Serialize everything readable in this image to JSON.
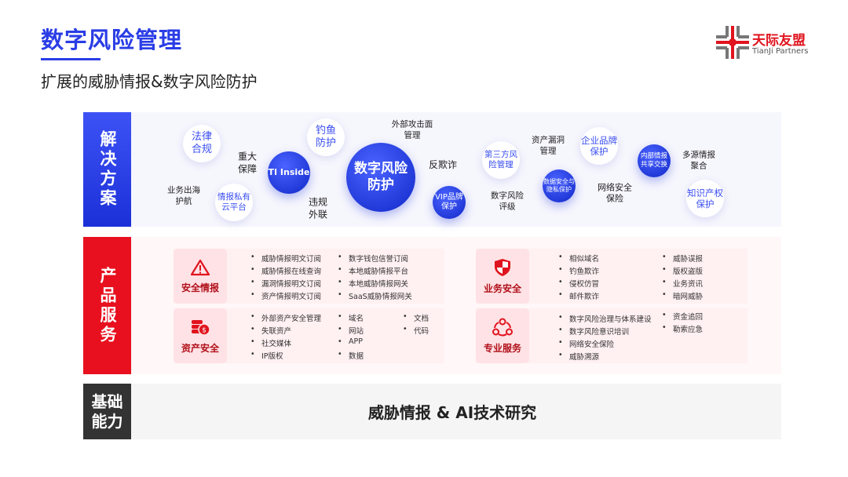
{
  "header": {
    "title": "数字风险管理",
    "subtitle": "扩展的威胁情报&数字风险防护"
  },
  "logo": {
    "name": "天际友盟",
    "en": "TianJi Partners"
  },
  "rows": {
    "solutions": "解决方案",
    "products": "产品服务",
    "foundation": "基础能力"
  },
  "solutions": {
    "bubbles": [
      "法律合规",
      "钓鱼防护",
      "TI Inside",
      "数字风险防护",
      "VIP品牌保护",
      "情报私有云平台",
      "第三方风险管理",
      "数据安全与隐私保护",
      "企业品牌保护",
      "内部情报共享交换",
      "知识产权保护"
    ],
    "texts": [
      "重大保障",
      "业务出海护航",
      "违规外联",
      "外部攻击面管理",
      "反欺诈",
      "资产漏洞管理",
      "数字风险评级",
      "网络安全保险",
      "多源情报聚合"
    ]
  },
  "products": {
    "security_intel": {
      "title": "安全情报",
      "col1": [
        "威胁情报明文订阅",
        "威胁情报在线查询",
        "漏洞情报明文订阅",
        "资产情报明文订阅"
      ],
      "col2": [
        "数字钱包信誉订阅",
        "本地威胁情报平台",
        "本地威胁情报网关",
        "SaaS威胁情报网关"
      ]
    },
    "asset_security": {
      "title": "资产安全",
      "col1": [
        "外部资产安全管理",
        "失联资产",
        "社交媒体",
        "IP版权"
      ],
      "col2": [
        "域名",
        "网站",
        "APP",
        "数据"
      ],
      "col3": [
        "文档",
        "代码"
      ]
    },
    "business_security": {
      "title": "业务安全",
      "col1": [
        "相似域名",
        "钓鱼欺诈",
        "侵权仿冒",
        "邮件欺诈"
      ],
      "col2": [
        "威胁误报",
        "版权盗版",
        "业务资讯",
        "暗网威胁"
      ]
    },
    "pro_services": {
      "title": "专业服务",
      "col1": [
        "数字风险治理与体系建设",
        "数字风险意识培训",
        "网络安全保险",
        "威胁溯源"
      ],
      "col2": [
        "资金追回",
        "勒索应急"
      ]
    }
  },
  "foundation": {
    "text": "威胁情报 & AI技术研究"
  }
}
